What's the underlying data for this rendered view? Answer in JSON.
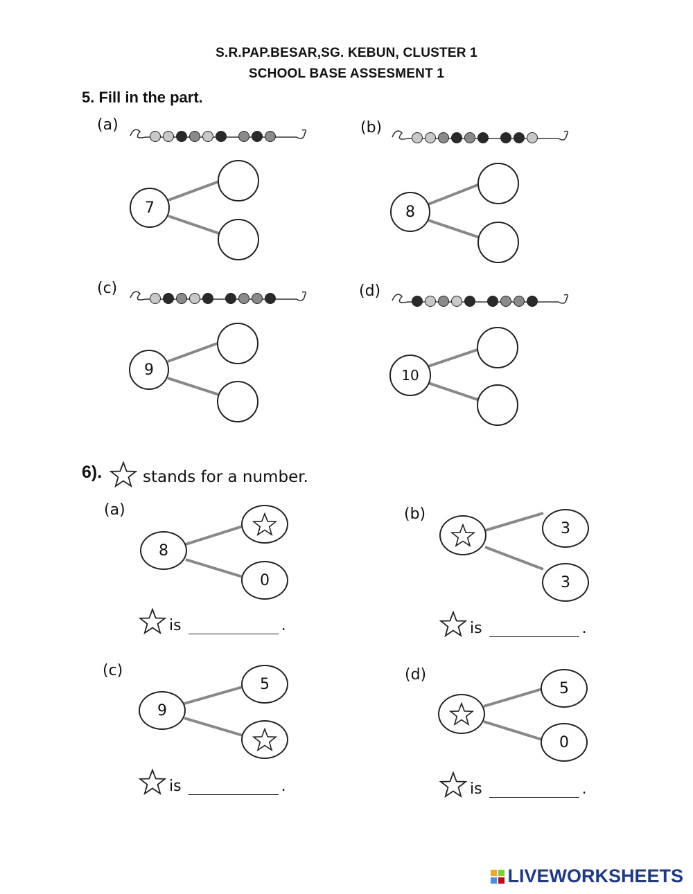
{
  "header": {
    "line1": "S.R.PAP.BESAR,SG. KEBUN, CLUSTER 1",
    "line2": "SCHOOL BASE ASSESMENT 1"
  },
  "q5": {
    "title": "5.  Fill in the part.",
    "items": [
      {
        "label": "(a)",
        "whole": "7"
      },
      {
        "label": "(b)",
        "whole": "8"
      },
      {
        "label": "(c)",
        "whole": "9"
      },
      {
        "label": "(d)",
        "whole": "10"
      }
    ]
  },
  "q6": {
    "number": "6).",
    "text": "stands for a number.",
    "answer_word": "is",
    "answer_end": ".",
    "items": [
      {
        "label": "(a)",
        "whole": "8",
        "part1": "",
        "part2": "0"
      },
      {
        "label": "(b)",
        "whole": "",
        "part1": "3",
        "part2": "3"
      },
      {
        "label": "(c)",
        "whole": "9",
        "part1": "5",
        "part2": ""
      },
      {
        "label": "(d)",
        "whole": "",
        "part1": "5",
        "part2": "0"
      }
    ]
  },
  "icons": {
    "star": "star-icon",
    "beads": "bead-string-icon",
    "logo": "liveworksheets-logo-icon"
  },
  "colors": {
    "logo_text": "#1d3a8a",
    "logo_squares": [
      "#f5a623",
      "#7ed321",
      "#4a90e2",
      "#d0021b"
    ]
  },
  "footer": {
    "logo_text": "LIVEWORKSHEETS"
  }
}
